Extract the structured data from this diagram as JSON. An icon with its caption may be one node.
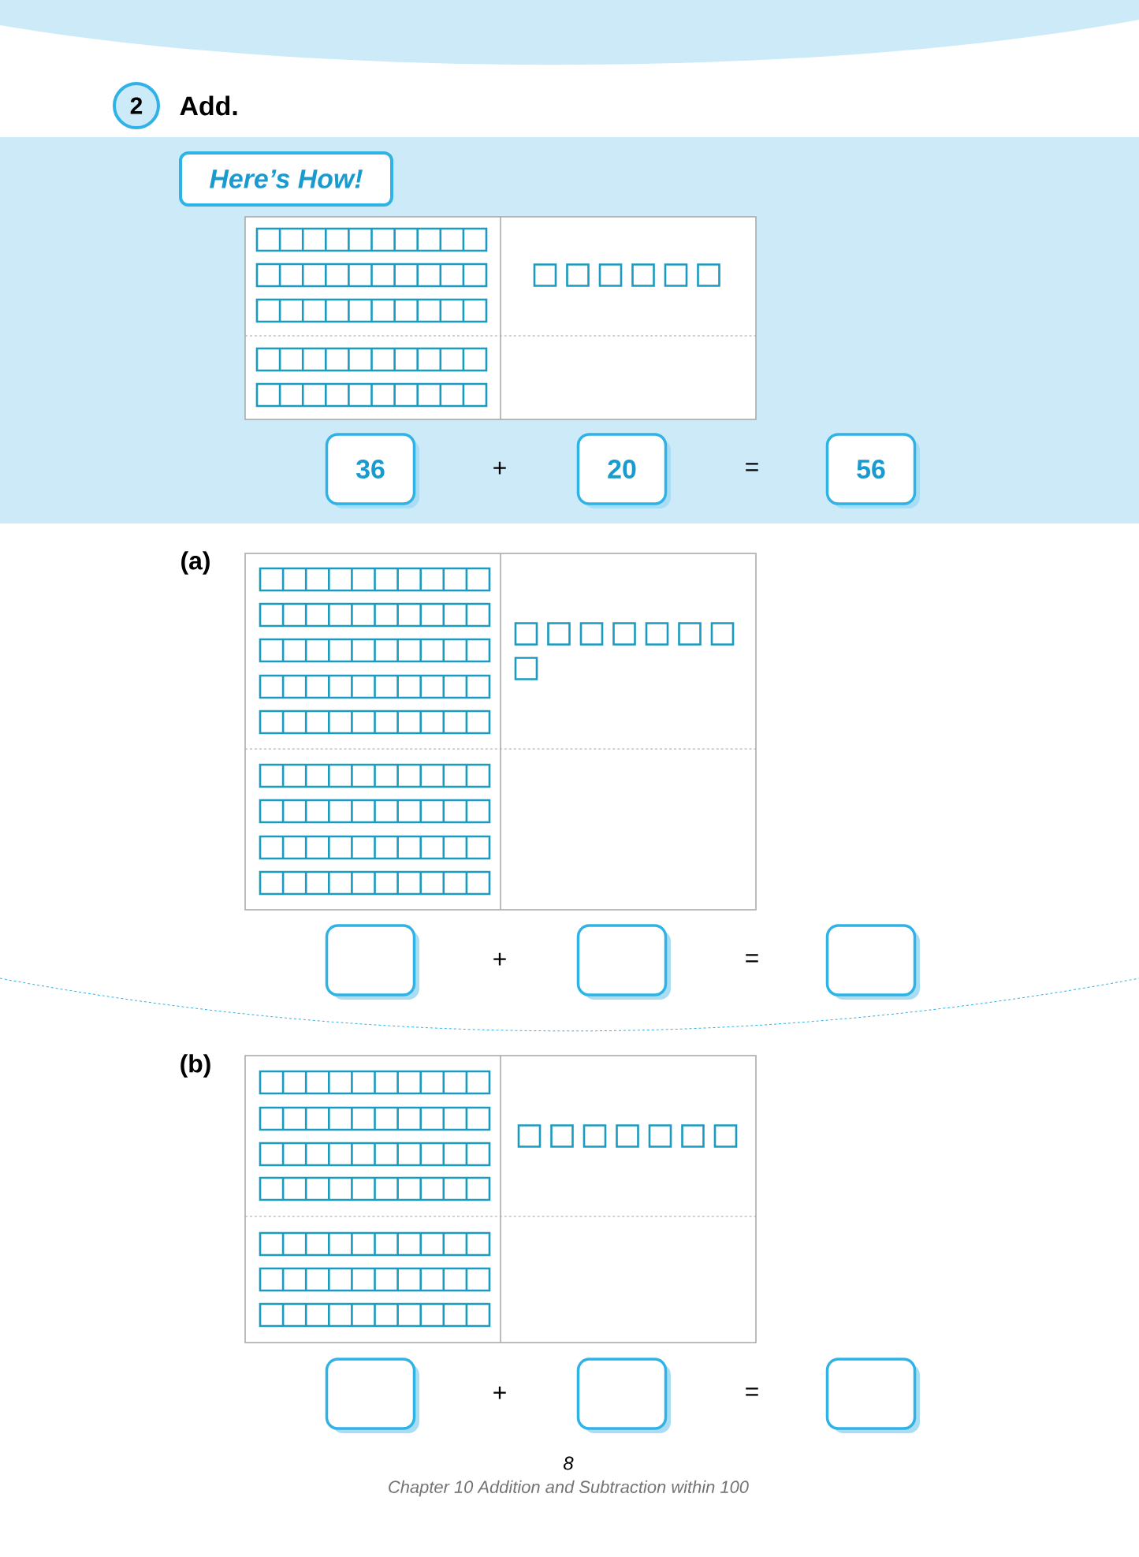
{
  "diagram": {
    "title": "Add.",
    "nodes": [
      {
        "text": [
          "2"
        ]
      },
      {
        "text": [
          "Here’s How!"
        ]
      },
      {
        "text": [
          "36"
        ]
      },
      {
        "text": [
          "20"
        ]
      },
      {
        "text": [
          "56"
        ]
      },
      {
        "text": [],
        "shape": "box"
      },
      {
        "text": [],
        "shape": "box"
      },
      {
        "text": [],
        "shape": "box"
      },
      {
        "text": [],
        "shape": "box"
      },
      {
        "text": [],
        "shape": "box"
      },
      {
        "text": [],
        "shape": "box"
      }
    ],
    "labels": [
      "+",
      "=",
      "(a)",
      "+",
      "=",
      "(b)",
      "+",
      "=",
      "8",
      "Chapter 10  Addition and Subtraction within 100"
    ]
  }
}
